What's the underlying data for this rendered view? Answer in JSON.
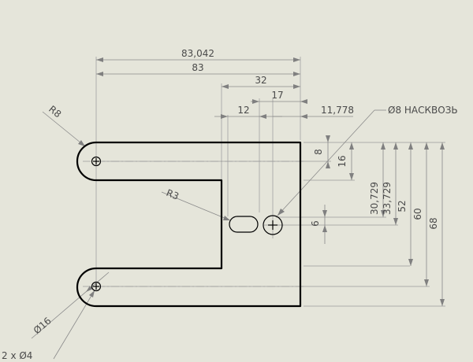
{
  "drawing": {
    "dim_overall_83_042": "83,042",
    "dim_width_83": "83",
    "dim_32": "32",
    "dim_17": "17",
    "dim_12": "12",
    "dim_11_778": "11,778",
    "hole_note": "Ø8 НАСКВОЗЬ",
    "radius_r8": "R8",
    "radius_r3": "R3",
    "dim_8": "8",
    "dim_16": "16",
    "dim_6": "6",
    "dim_30_729": "30,729",
    "dim_33_729": "33,729",
    "dim_52": "52",
    "dim_60": "60",
    "dim_68": "68",
    "diameter_16": "Ø16",
    "holes_2x4": "2 x Ø4"
  },
  "colors": {
    "background": "#e5e5da",
    "part_outline": "#000000",
    "dimension_line": "#8a8a8a",
    "label_text": "#4a4a4a"
  }
}
